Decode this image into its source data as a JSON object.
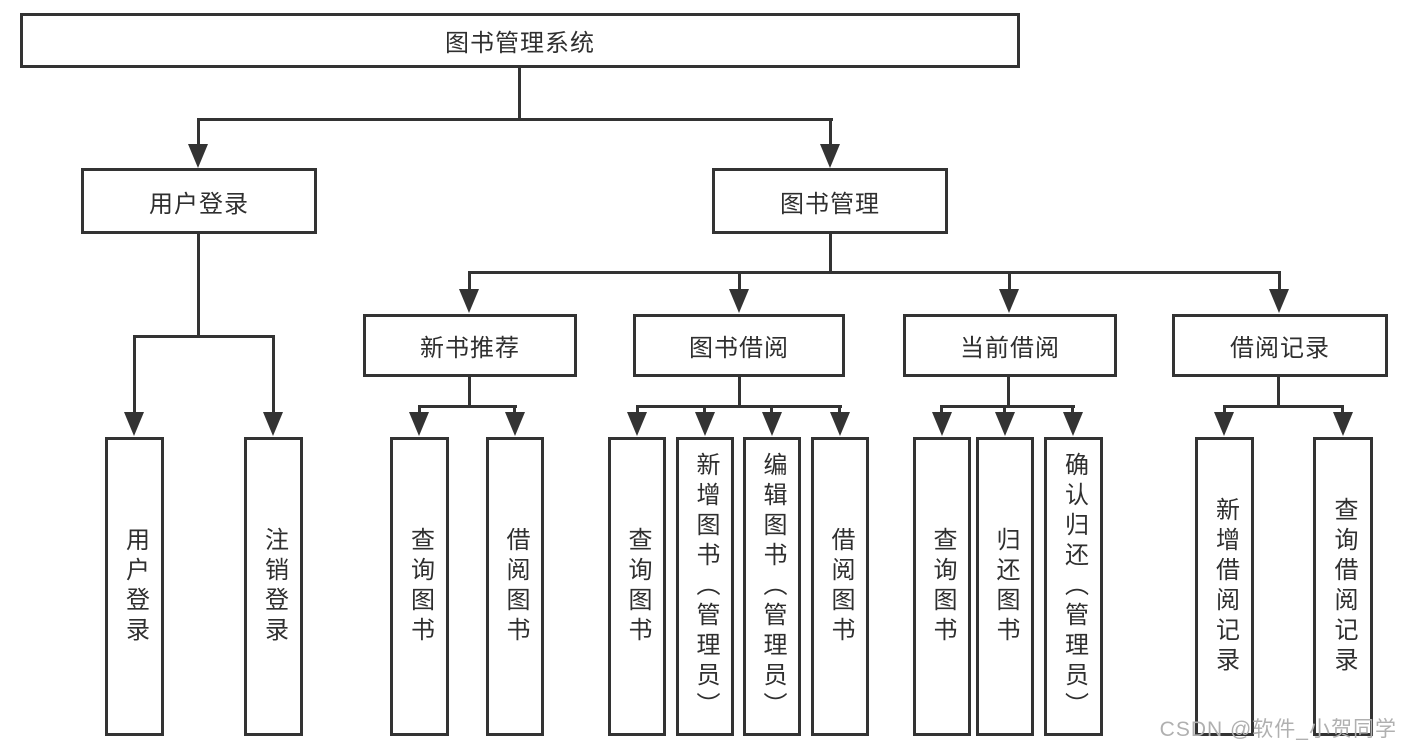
{
  "tree": {
    "label": "图书管理系统",
    "children": [
      {
        "label": "用户登录",
        "children": [
          {
            "label": "用户登录"
          },
          {
            "label": "注销登录"
          }
        ]
      },
      {
        "label": "图书管理",
        "children": [
          {
            "label": "新书推荐",
            "children": [
              {
                "label": "查询图书"
              },
              {
                "label": "借阅图书"
              }
            ]
          },
          {
            "label": "图书借阅",
            "children": [
              {
                "label": "查询图书"
              },
              {
                "label": "新增图书（管理员）"
              },
              {
                "label": "编辑图书（管理员）"
              },
              {
                "label": "借阅图书"
              }
            ]
          },
          {
            "label": "当前借阅",
            "children": [
              {
                "label": "查询图书"
              },
              {
                "label": "归还图书"
              },
              {
                "label": "确认归还（管理员）"
              }
            ]
          },
          {
            "label": "借阅记录",
            "children": [
              {
                "label": "新增借阅记录"
              },
              {
                "label": "查询借阅记录"
              }
            ]
          }
        ]
      }
    ]
  },
  "watermark": {
    "text": "CSDN @软件_小贺同学"
  },
  "icons": {
    "connector_arrow": "arrow-down"
  },
  "colors": {
    "line": "#333333",
    "text": "#2f2f2f",
    "watermark": "#b0b0b0",
    "background": "#ffffff"
  }
}
